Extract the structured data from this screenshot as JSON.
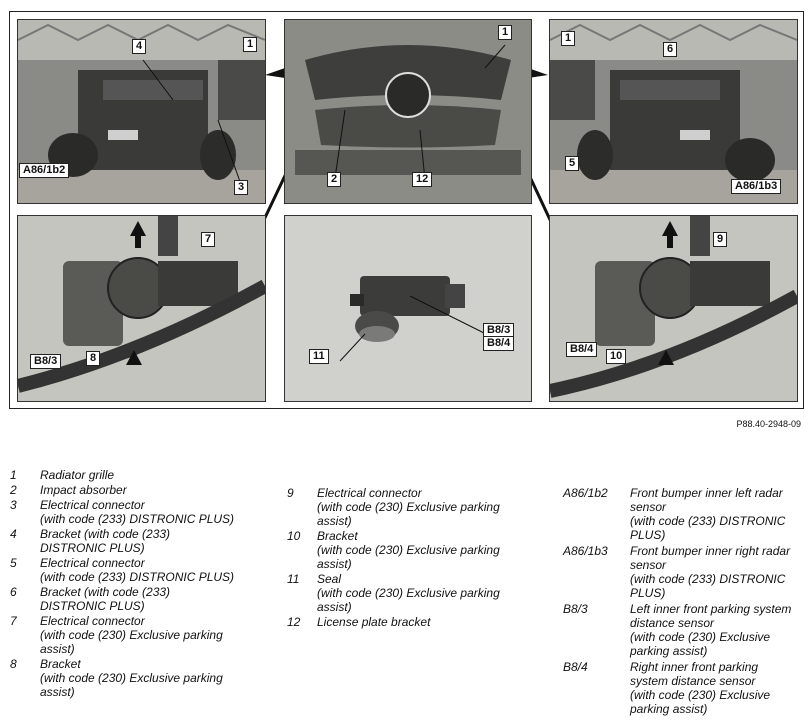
{
  "figure_code": "P88.40-2948-09",
  "callouts": {
    "tl_4": "4",
    "tl_1": "1",
    "tl_a86": "A86/1b2",
    "tl_3": "3",
    "tc_1": "1",
    "tc_2": "2",
    "tc_12": "12",
    "tr_1": "1",
    "tr_6": "6",
    "tr_5": "5",
    "tr_a86": "A86/1b3",
    "bl_7": "7",
    "bl_b83": "B8/3",
    "bl_8": "8",
    "bc_b83": "B8/3",
    "bc_b84": "B8/4",
    "bc_11": "11",
    "br_9": "9",
    "br_b84": "B8/4",
    "br_10": "10"
  },
  "legend": {
    "col1": [
      {
        "num": "1",
        "text": [
          "Radiator grille"
        ]
      },
      {
        "num": "2",
        "text": [
          "Impact absorber"
        ]
      },
      {
        "num": "3",
        "text": [
          "Electrical connector",
          "(with code (233) DISTRONIC PLUS)"
        ]
      },
      {
        "num": "4",
        "text": [
          "Bracket (with code (233)",
          "DISTRONIC PLUS)"
        ]
      },
      {
        "num": "5",
        "text": [
          "Electrical connector",
          "(with code (233) DISTRONIC PLUS)"
        ]
      },
      {
        "num": "6",
        "text": [
          "Bracket (with code (233)",
          "DISTRONIC PLUS)"
        ]
      },
      {
        "num": "7",
        "text": [
          "Electrical connector",
          "(with code (230) Exclusive parking",
          "assist)"
        ]
      },
      {
        "num": "8",
        "text": [
          "Bracket",
          "(with code (230) Exclusive parking",
          "assist)"
        ]
      }
    ],
    "col2": [
      {
        "num": "9",
        "text": [
          "Electrical connector",
          "(with code (230) Exclusive parking",
          "assist)"
        ]
      },
      {
        "num": "10",
        "text": [
          "Bracket",
          "(with code (230) Exclusive parking",
          "assist)"
        ]
      },
      {
        "num": "11",
        "text": [
          "Seal",
          "(with code (230) Exclusive parking",
          "assist)"
        ]
      },
      {
        "num": "12",
        "text": [
          "License plate bracket"
        ]
      }
    ],
    "col3": [
      {
        "num": "A86/1b2",
        "text": [
          "Front bumper inner left radar",
          "sensor",
          "(with code (233) DISTRONIC",
          "PLUS)"
        ]
      },
      {
        "num": "A86/1b3",
        "text": [
          "Front bumper inner right radar",
          "sensor",
          "(with code (233) DISTRONIC",
          "PLUS)"
        ]
      },
      {
        "num": "B8/3",
        "text": [
          "Left inner front parking system",
          "distance sensor",
          "(with code (230) Exclusive",
          "parking assist)"
        ]
      },
      {
        "num": "B8/4",
        "text": [
          "Right inner front parking",
          "system distance sensor",
          "(with code (230) Exclusive",
          "parking assist)"
        ]
      }
    ]
  }
}
